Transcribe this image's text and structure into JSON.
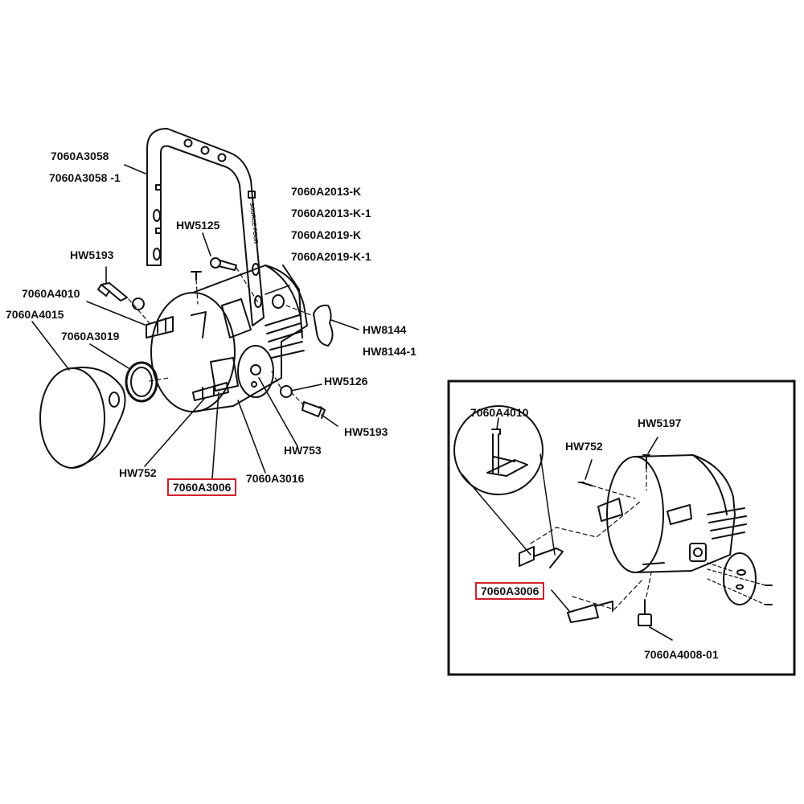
{
  "colors": {
    "line": "#111111",
    "highlight": "#d0202a",
    "background": "#ffffff"
  },
  "yoke_marking": "SOURCE FOUR",
  "labels": {
    "yoke_a": "7060A3058",
    "yoke_b": "7060A3058 -1",
    "body_a": "7060A2013-K",
    "body_b": "7060A2013-K-1",
    "body_c": "7060A2019-K",
    "body_d": "7060A2019-K-1",
    "hw5125": "HW5125",
    "hw5193_top": "HW5193",
    "a4010": "7060A4010",
    "a4015": "7060A4015",
    "a3019": "7060A3019",
    "hw8144": "HW8144",
    "hw8144_1": "HW8144-1",
    "hw5126": "HW5126",
    "hw5193_bottom": "HW5193",
    "hw753": "HW753",
    "hw752": "HW752",
    "a3006": "7060A3006",
    "a3016": "7060A3016"
  },
  "inset_labels": {
    "a4010": "7060A4010",
    "hw752": "HW752",
    "hw5197": "HW5197",
    "a3006": "7060A3006",
    "a4008": "7060A4008-01"
  }
}
